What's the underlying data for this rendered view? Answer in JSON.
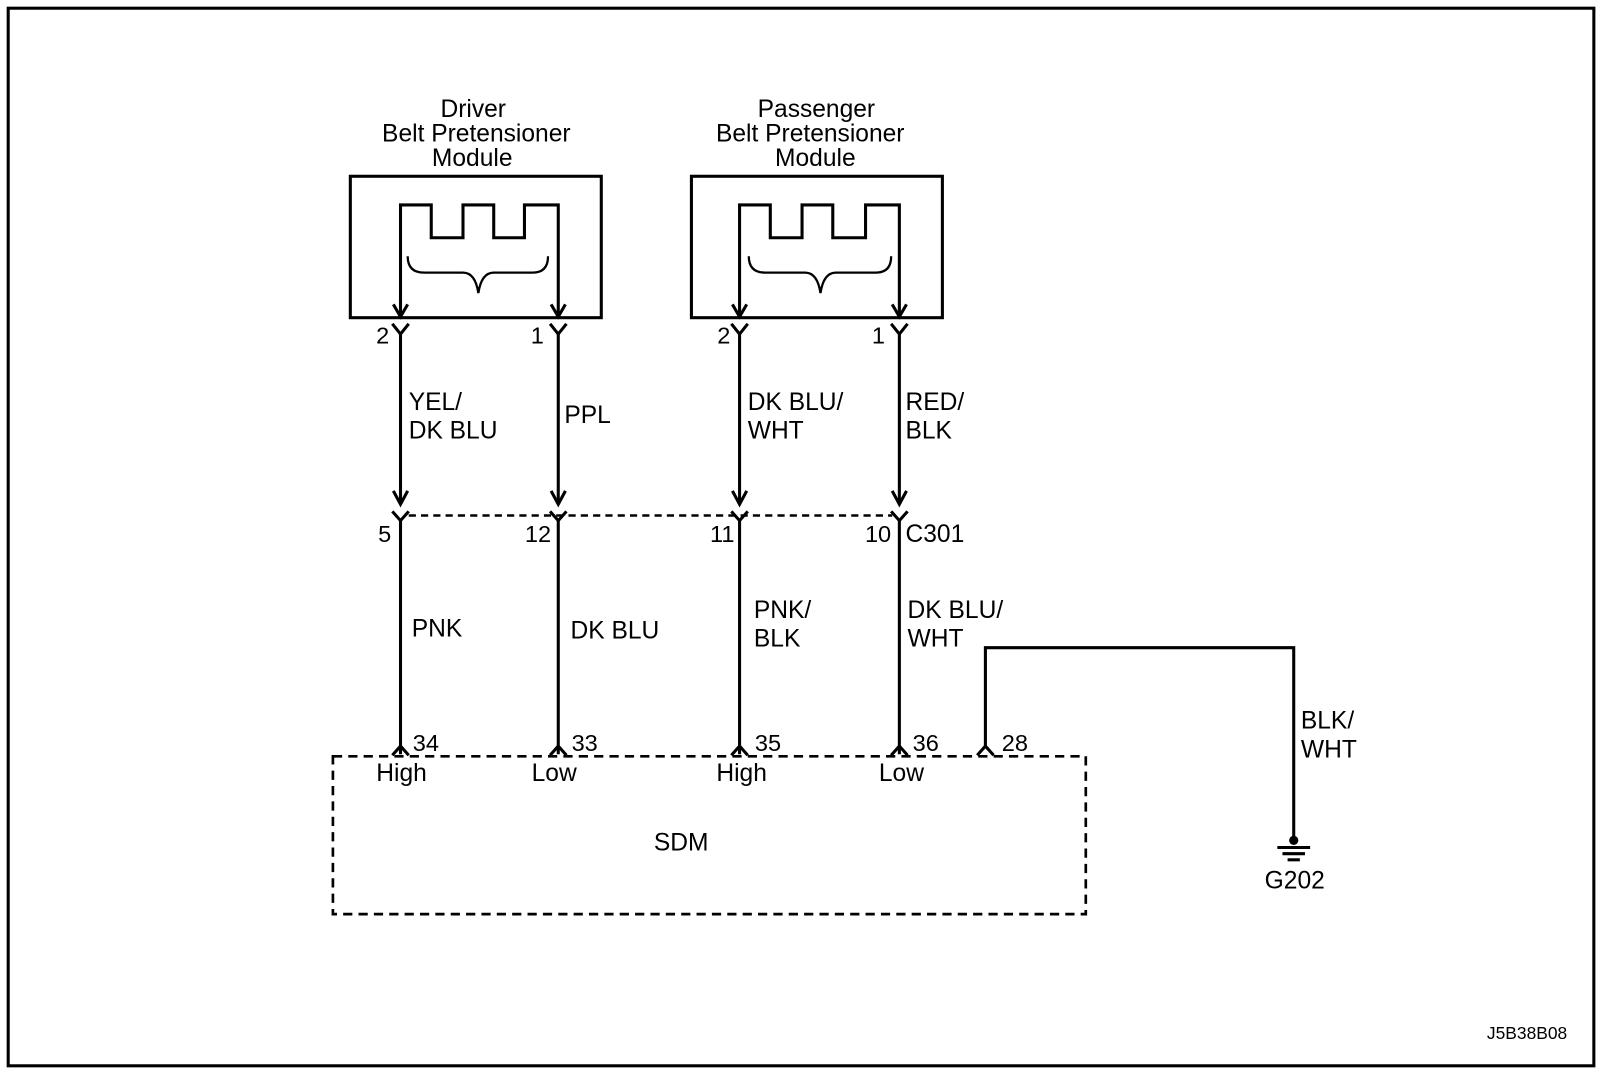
{
  "diagram_code": "J5B38B08",
  "driver_module": {
    "title": [
      "Driver",
      "Belt Pretensioner",
      "Module"
    ],
    "pin_a": "2",
    "pin_b": "1"
  },
  "passenger_module": {
    "title": [
      "Passenger",
      "Belt Pretensioner",
      "Module"
    ],
    "pin_a": "2",
    "pin_b": "1"
  },
  "upper_wires": [
    {
      "color": [
        "YEL/",
        "DK BLU"
      ]
    },
    {
      "color": [
        "PPL"
      ]
    },
    {
      "color": [
        "DK BLU/",
        "WHT"
      ]
    },
    {
      "color": [
        "RED/",
        "BLK"
      ]
    }
  ],
  "connector": {
    "name": "C301",
    "pins": [
      "5",
      "12",
      "11",
      "10"
    ]
  },
  "lower_wires": [
    {
      "color": [
        "PNK"
      ]
    },
    {
      "color": [
        "DK BLU"
      ]
    },
    {
      "color": [
        "PNK/",
        "BLK"
      ]
    },
    {
      "color": [
        "DK BLU/",
        "WHT"
      ]
    }
  ],
  "sdm": {
    "name": "SDM",
    "pins": [
      {
        "number": "34",
        "label": "High"
      },
      {
        "number": "33",
        "label": "Low"
      },
      {
        "number": "35",
        "label": "High"
      },
      {
        "number": "36",
        "label": "Low"
      }
    ],
    "ground_pin": "28"
  },
  "ground": {
    "wire_color": [
      "BLK/",
      "WHT"
    ],
    "name": "G202"
  }
}
